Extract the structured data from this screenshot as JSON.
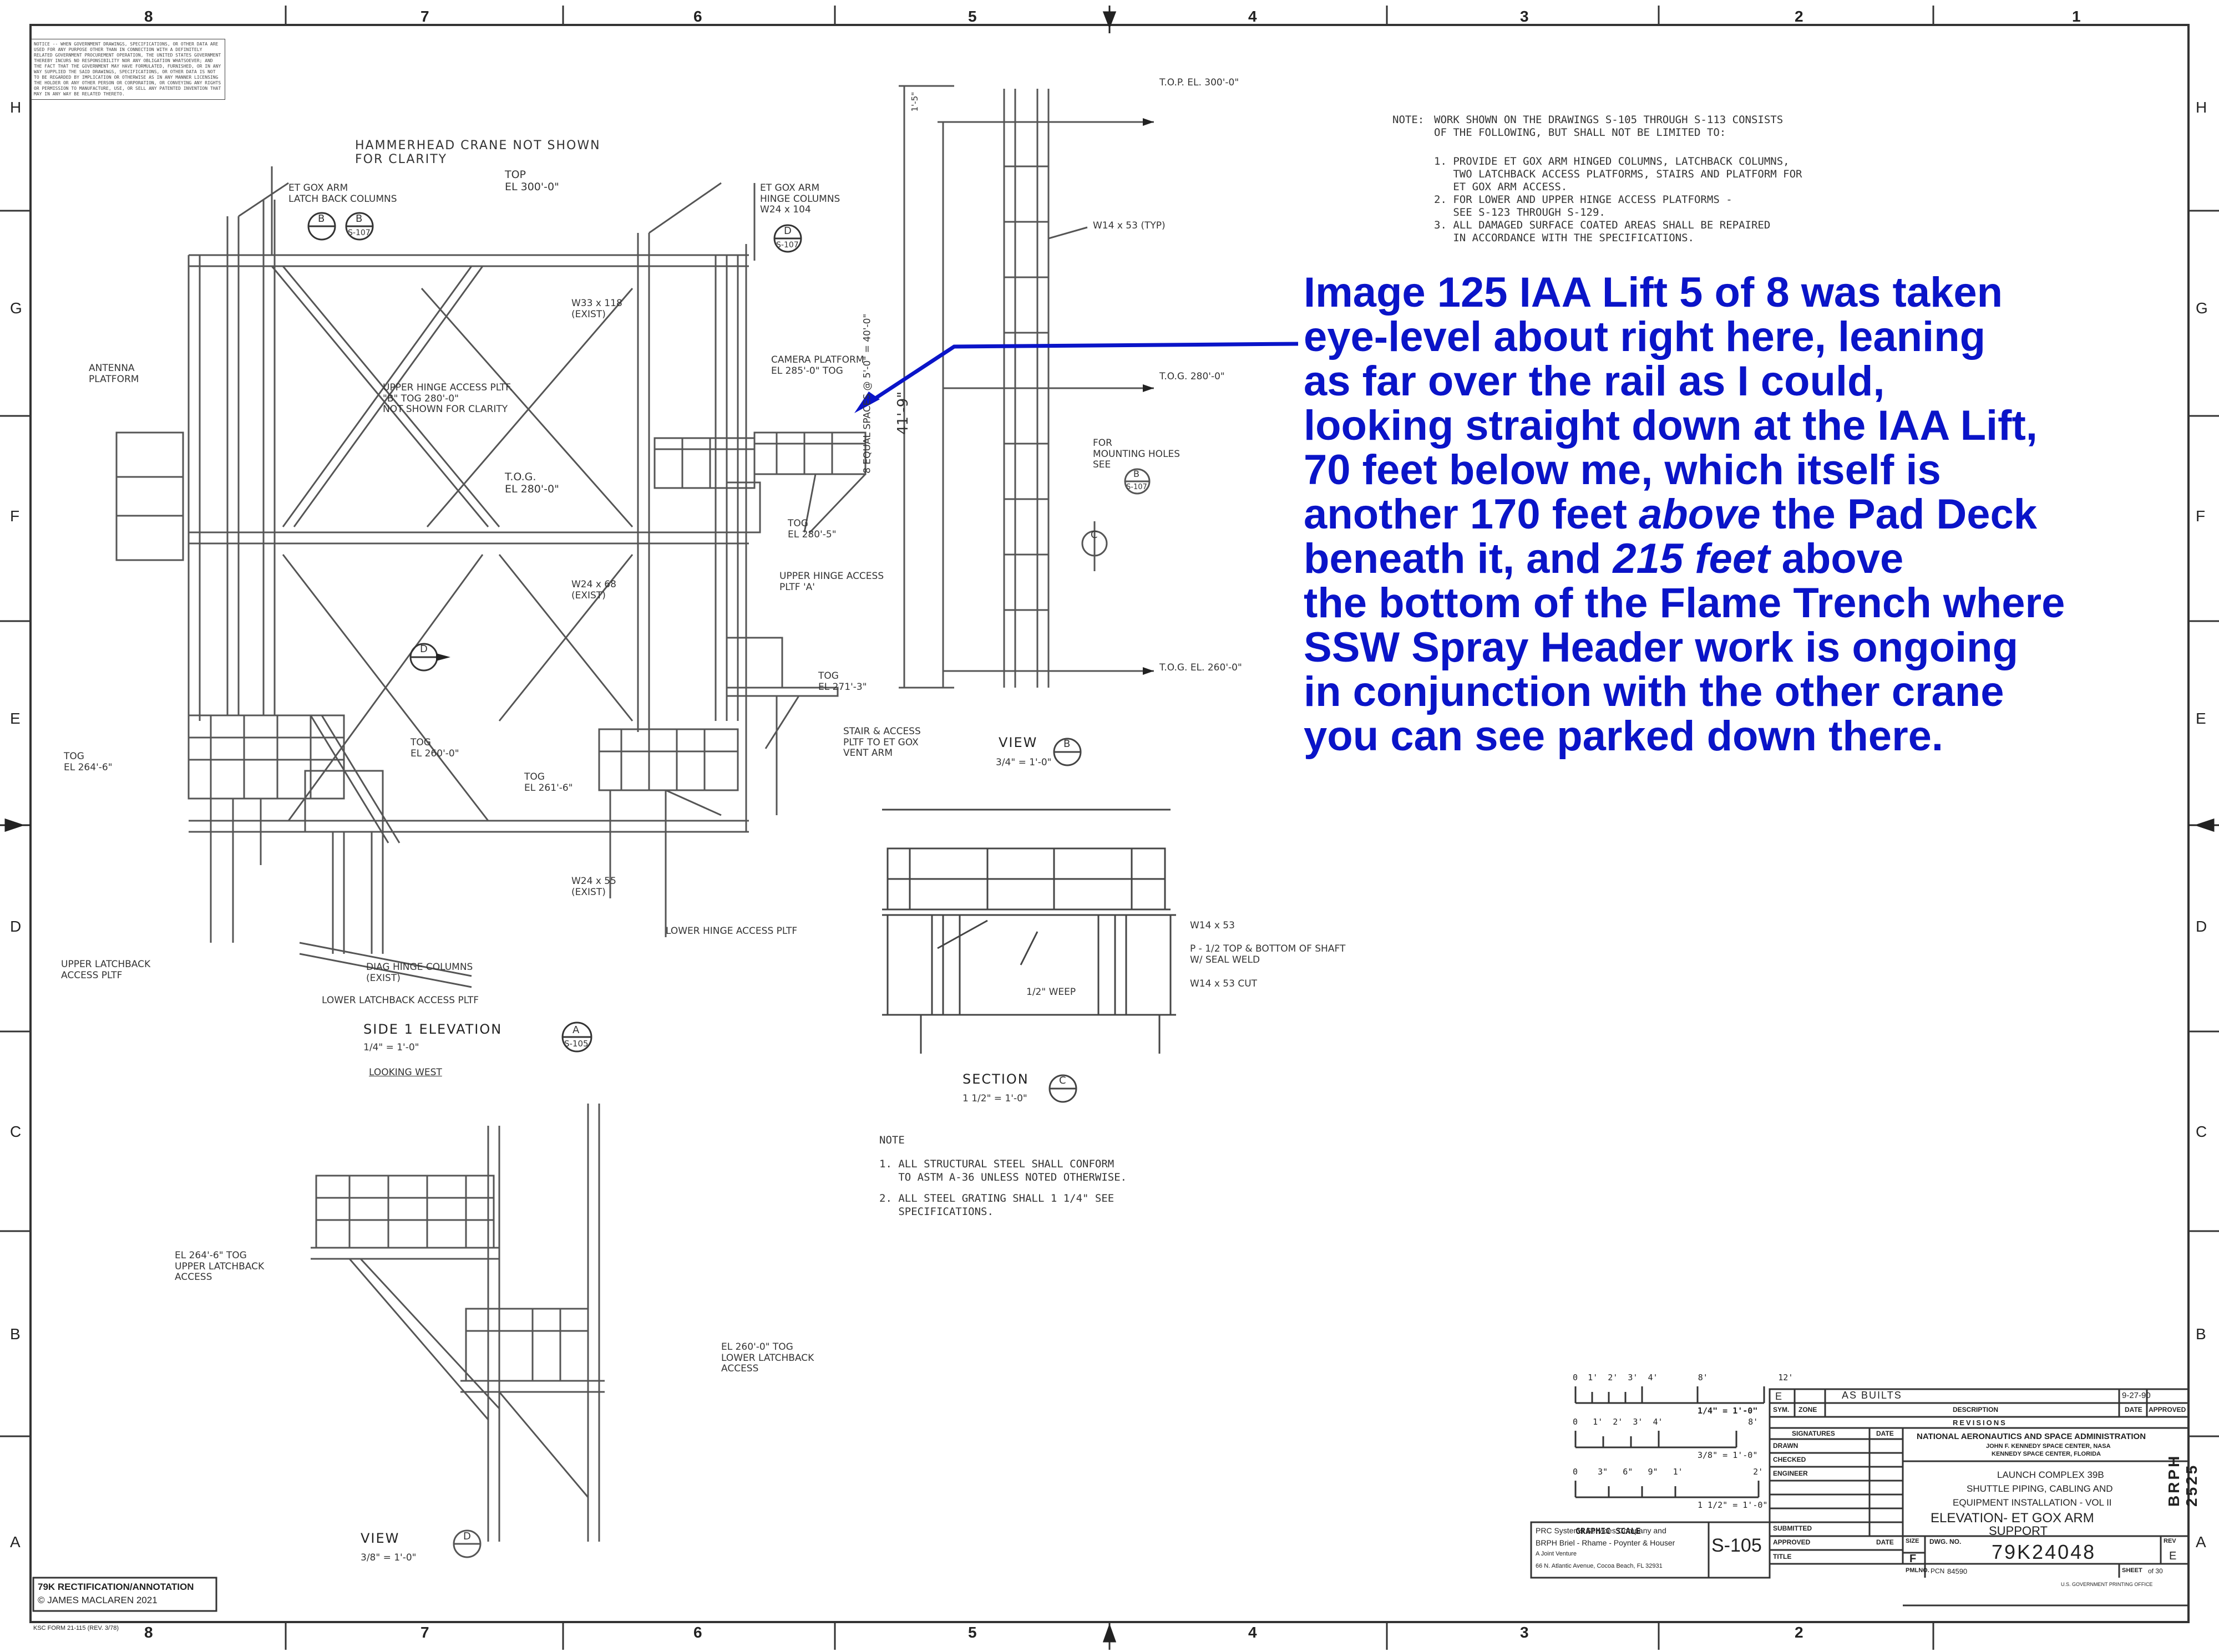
{
  "grid": {
    "columns": [
      "8",
      "7",
      "6",
      "5",
      "4",
      "3",
      "2",
      "1"
    ],
    "rows": [
      "H",
      "G",
      "F",
      "E",
      "D",
      "C",
      "B",
      "A"
    ]
  },
  "notice": "NOTICE -- WHEN GOVERNMENT DRAWINGS, SPECIFICATIONS, OR OTHER DATA ARE USED FOR ANY PURPOSE OTHER THAN IN CONNECTION WITH A DEFINITELY RELATED GOVERNMENT PROCUREMENT OPERATION, THE UNITED STATES GOVERNMENT THEREBY INCURS NO RESPONSIBILITY NOR ANY OBLIGATION WHATSOEVER; AND THE FACT THAT THE GOVERNMENT MAY HAVE FORMULATED, FURNISHED, OR IN ANY WAY SUPPLIED THE SAID DRAWINGS, SPECIFICATIONS, OR OTHER DATA IS NOT TO BE REGARDED BY IMPLICATION OR OTHERWISE AS IN ANY MANNER LICENSING THE HOLDER OR ANY OTHER PERSON OR CORPORATION, OR CONVEYING ANY RIGHTS OR PERMISSION TO MANUFACTURE, USE, OR SELL ANY PATENTED INVENTION THAT MAY IN ANY WAY BE RELATED THERETO.",
  "labels": {
    "hammerhead": "HAMMERHEAD CRANE NOT SHOWN\nFOR CLARITY",
    "latchback_cols": "ET GOX ARM\nLATCH BACK COLUMNS",
    "top_el": "TOP\nEL 300'-0\"",
    "hinge_cols": "ET GOX ARM\nHINGE COLUMNS\nW24 x 104",
    "w33": "W33 x 118\n(EXIST)",
    "antenna": "ANTENNA\nPLATFORM",
    "upper_hinge_b": "UPPER HINGE ACCESS PLTF.\n\"B\" TOG 280'-0\"\nNOT SHOWN FOR CLARITY",
    "camera": "CAMERA PLATFORM\nEL 285'-0\" TOG",
    "tog280": "T.O.G.\nEL 280'-0\"",
    "tog2805": "TOG\nEL 280'-5\"",
    "upper_hinge_a": "UPPER HINGE ACCESS\nPLTF 'A'",
    "w24x68": "W24 x 68\n(EXIST)",
    "tog271": "TOG\nEL 271'-3\"",
    "tog264": "TOG\nEL 264'-6\"",
    "tog260": "TOG\nEL 260'-0\"",
    "tog261": "TOG\nEL 261'-6\"",
    "stair": "STAIR & ACCESS\nPLTF TO ET GOX\nVENT ARM",
    "w24x55": "W24 x 55\n(EXIST)",
    "lower_hinge": "LOWER HINGE ACCESS PLTF",
    "upper_latchback": "UPPER LATCHBACK\nACCESS PLTF",
    "diag_hinge": "DIAG HINGE COLUMNS\n(EXIST)",
    "lower_latchback": "LOWER LATCHBACK ACCESS PLTF",
    "top_el_right": "T.O.P. EL. 300'-0\"",
    "tog_280_right": "T.O.G. 280'-0\"",
    "tog_260_right": "T.O.G. EL. 260'-0\"",
    "w14_typ": "W14 x 53 (TYP)",
    "mounting": "FOR\nMOUNTING HOLES\nSEE",
    "spaces": "8 EQUAL SPACES @ 5'-0\" = 40'-0\"",
    "dim419": "41'-9\"",
    "dim15": "1'-5\"",
    "w14_right": "W14 x 53",
    "plate": "P - 1/2 TOP & BOTTOM OF SHAFT\nW/ SEAL WELD",
    "w14_cut": "W14 x 53 CUT",
    "weep": "1/2\" WEEP",
    "el264_tog_lower": "EL 264'-6\" TOG\nUPPER LATCHBACK\nACCESS",
    "el260_tog_lower": "EL 260'-0\" TOG\nLOWER LATCHBACK\nACCESS"
  },
  "views": {
    "side_elev": "SIDE 1 ELEVATION",
    "side_scale": "1/4\" = 1'-0\"",
    "side_looking": "LOOKING WEST",
    "side_ref_letter": "A",
    "side_ref_sheet": "S-105",
    "view_b": "VIEW",
    "view_b_scale": "3/4\" = 1'-0\"",
    "view_b_letter": "B",
    "section_c": "SECTION",
    "section_c_scale": "1 1/2\" = 1'-0\"",
    "section_c_letter": "C",
    "view_d": "VIEW",
    "view_d_scale": "3/8\" = 1'-0\"",
    "view_d_letter": "D",
    "callout_b_letter": "B",
    "callout_b_sheet": "S-107",
    "callout_d_letter": "D",
    "callout_d_sheet": "S-107"
  },
  "notes_top": {
    "heading": "NOTE:",
    "lines": [
      "WORK SHOWN ON THE DRAWINGS S-105 THROUGH S-113 CONSISTS",
      "OF THE FOLLOWING, BUT SHALL NOT BE LIMITED TO:",
      "",
      "1. PROVIDE ET GOX ARM HINGED COLUMNS, LATCHBACK COLUMNS,",
      "   TWO LATCHBACK ACCESS PLATFORMS, STAIRS AND PLATFORM FOR",
      "   ET GOX ARM ACCESS.",
      "2. FOR LOWER AND UPPER HINGE ACCESS PLATFORMS -",
      "   SEE S-123 THROUGH S-129.",
      "3. ALL DAMAGED SURFACE COATED AREAS SHALL BE REPAIRED",
      "   IN ACCORDANCE WITH THE SPECIFICATIONS."
    ]
  },
  "notes_mid": {
    "heading": "NOTE",
    "lines": [
      "1. ALL STRUCTURAL STEEL SHALL CONFORM",
      "   TO ASTM A-36 UNLESS NOTED OTHERWISE.",
      "2. ALL STEEL GRATING SHALL 1 1/4\" SEE",
      "   SPECIFICATIONS."
    ]
  },
  "annotation": {
    "lines": [
      "Image 125 IAA Lift 5 of 8 was taken",
      "eye-level about right here, leaning",
      "as far over the rail as I could,",
      "looking straight down at the IAA Lift,",
      "70 feet below me, which itself is",
      "another 170 feet ",
      "beneath it, and ",
      "the bottom of the Flame Trench where",
      "SSW Spray Header work is ongoing",
      "in conjunction with the other crane",
      "you can see parked down there."
    ],
    "above_word": "above",
    "above_tail": " the Pad Deck",
    "feet_word": "215 feet",
    "feet_tail": " above",
    "color": "#0a14c8"
  },
  "graphic_scale": {
    "label": "GRAPHIC SCALE",
    "s1": "1/4\" = 1'-0\"",
    "s2": "3/8\" = 1'-0\"",
    "s3": "1 1/2\" = 1'-0\"",
    "t1": "0  1'  2'  3'  4'        8'              12'",
    "t2": "0   1'  2'  3'  4'                 8'",
    "t3": "0    3\"   6\"   9\"   1'              2'"
  },
  "title_block": {
    "rev_letter": "E",
    "rev_desc": "AS BUILTS",
    "rev_date": "9-27-90",
    "col_sym": "SYM.",
    "col_zone": "ZONE",
    "col_desc": "DESCRIPTION",
    "col_date": "DATE",
    "col_approved": "APPROVED",
    "revisions": "REVISIONS",
    "signatures": "SIGNATURES",
    "sig_date": "DATE",
    "drawn": "DRAWN",
    "checked": "CHECKED",
    "engineer": "ENGINEER",
    "submitted": "SUBMITTED",
    "approved": "APPROVED",
    "title_lbl": "TITLE",
    "agency": "NATIONAL AERONAUTICS AND SPACE ADMINISTRATION",
    "center1": "JOHN F. KENNEDY SPACE CENTER, NASA",
    "center2": "KENNEDY SPACE CENTER, FLORIDA",
    "proj1": "LAUNCH COMPLEX 39B",
    "proj2": "SHUTTLE PIPING, CABLING AND",
    "proj3": "EQUIPMENT INSTALLATION - VOL II",
    "title1": "ELEVATION- ET GOX ARM",
    "title2": "SUPPORT",
    "size_lbl": "SIZE",
    "size_val": "F",
    "dwg_lbl": "DWG. NO.",
    "dwg_no": "79K24048",
    "rev_lbl": "REV",
    "rev_val": "E",
    "pmlno": "PMLNO.",
    "pcn_lbl": "PCN",
    "pcn": "84590",
    "sheet_lbl": "SHEET",
    "sheet": "of 30",
    "sheet_id": "S-105",
    "contractor1": "PRC Systems Services Company and",
    "contractor2": "BRPH Briel - Rhame - Poynter & Houser",
    "contractor3": "A Joint Venture",
    "contractor4": "66 N. Atlantic Avenue, Cocoa Beach, FL 32931",
    "brph_side": "BRPH 2525",
    "gpo": "U.S. GOVERNMENT PRINTING OFFICE"
  },
  "rectification": {
    "line1": "79K RECTIFICATION/ANNOTATION",
    "line2": "© JAMES MACLAREN 2021"
  },
  "form": "KSC FORM 21-115 (REV. 3/78)"
}
